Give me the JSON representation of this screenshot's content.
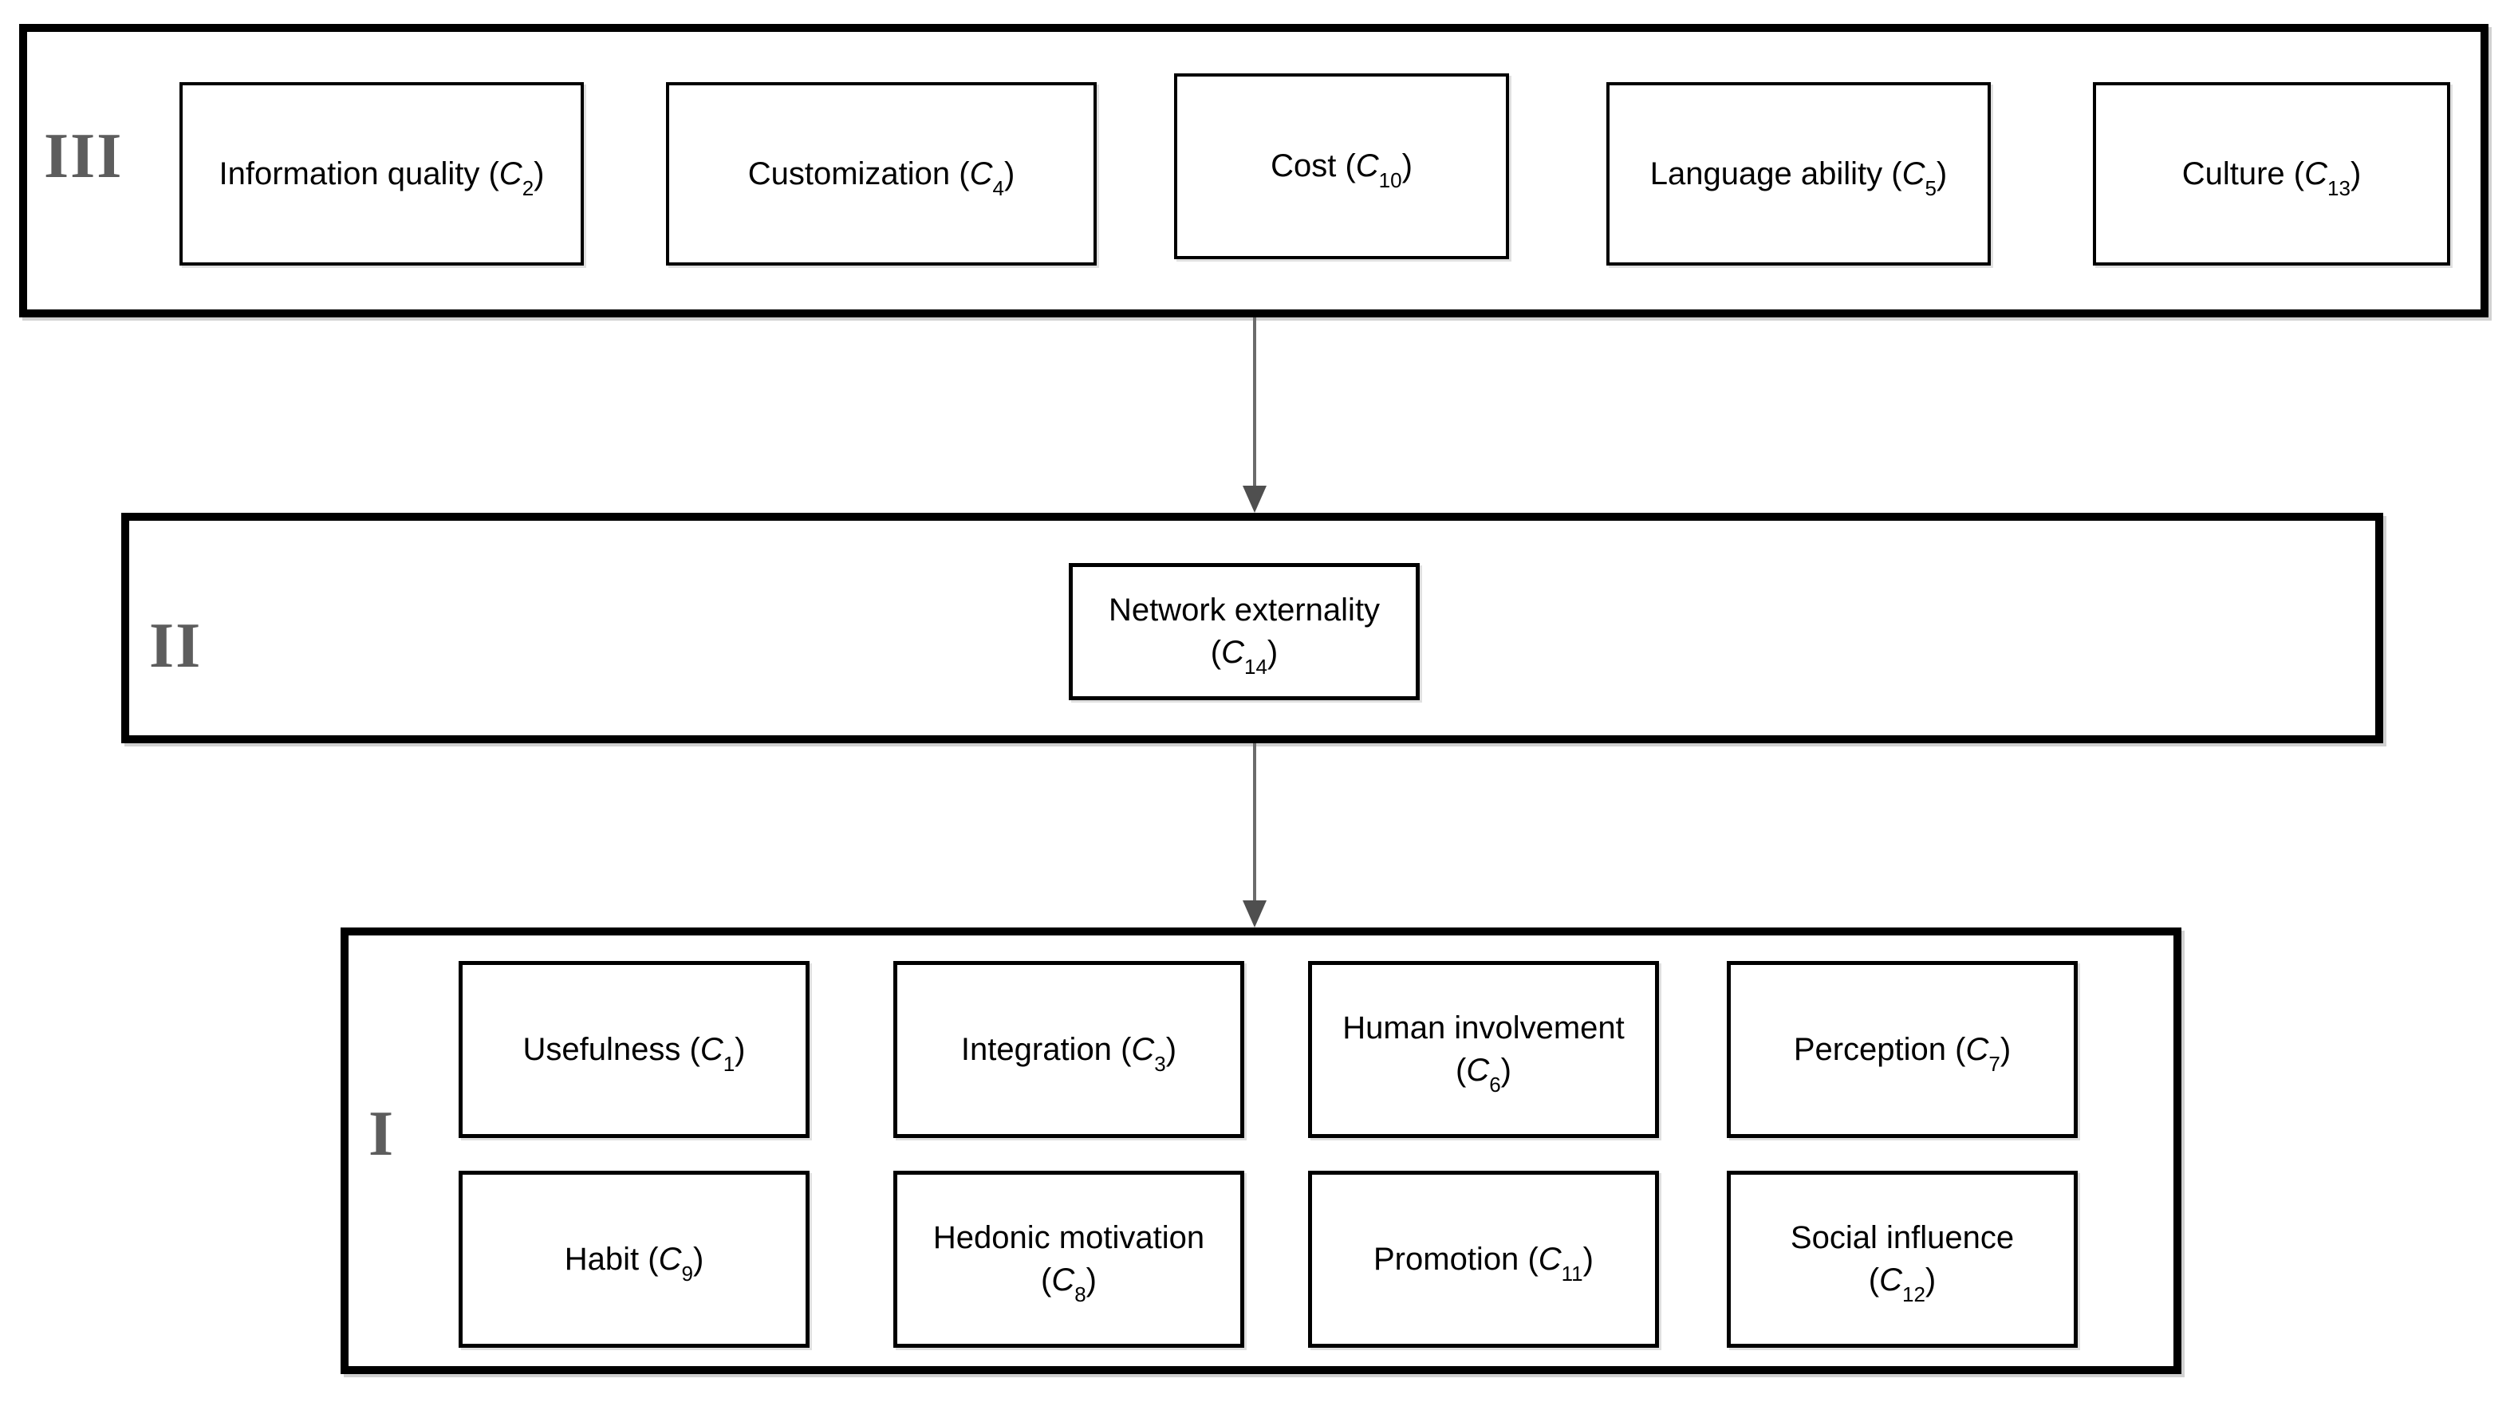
{
  "figure": {
    "type": "hierarchy-diagram",
    "format": {
      "open_paren": "(",
      "close_paren": ")",
      "separator": " "
    },
    "levels": [
      {
        "numeral": "III",
        "boxes": [
          {
            "name": "Information quality",
            "sym": "C",
            "sub": "2",
            "wrap": false
          },
          {
            "name": "Customization",
            "sym": "C",
            "sub": "4",
            "wrap": false
          },
          {
            "name": "Cost",
            "sym": "C",
            "sub": "10",
            "wrap": false
          },
          {
            "name": "Language ability",
            "sym": "C",
            "sub": "5",
            "wrap": false
          },
          {
            "name": "Culture",
            "sym": "C",
            "sub": "13",
            "wrap": false
          }
        ]
      },
      {
        "numeral": "II",
        "boxes": [
          {
            "name": "Network externality",
            "sym": "C",
            "sub": "14",
            "wrap": true
          }
        ]
      },
      {
        "numeral": "I",
        "boxes": [
          {
            "name": "Usefulness",
            "sym": "C",
            "sub": "1",
            "wrap": false
          },
          {
            "name": "Integration",
            "sym": "C",
            "sub": "3",
            "wrap": false
          },
          {
            "name": "Human involvement",
            "sym": "C",
            "sub": "6",
            "wrap": true
          },
          {
            "name": "Perception",
            "sym": "C",
            "sub": "7",
            "wrap": false
          },
          {
            "name": "Habit",
            "sym": "C",
            "sub": "9",
            "wrap": false
          },
          {
            "name": "Hedonic motivation",
            "sym": "C",
            "sub": "8",
            "wrap": true
          },
          {
            "name": "Promotion",
            "sym": "C",
            "sub": "11",
            "wrap": false
          },
          {
            "name": "Social influence",
            "sym": "C",
            "sub": "12",
            "wrap": true
          }
        ]
      }
    ],
    "connections": [
      {
        "from": "III",
        "to": "II"
      },
      {
        "from": "II",
        "to": "I"
      }
    ],
    "colors": {
      "border": "#000000",
      "numeral": "#5d5d5d",
      "arrow_shaft": "#6b6b6b",
      "arrow_head": "#4f4f4f",
      "background": "#ffffff",
      "text": "#000000"
    }
  }
}
